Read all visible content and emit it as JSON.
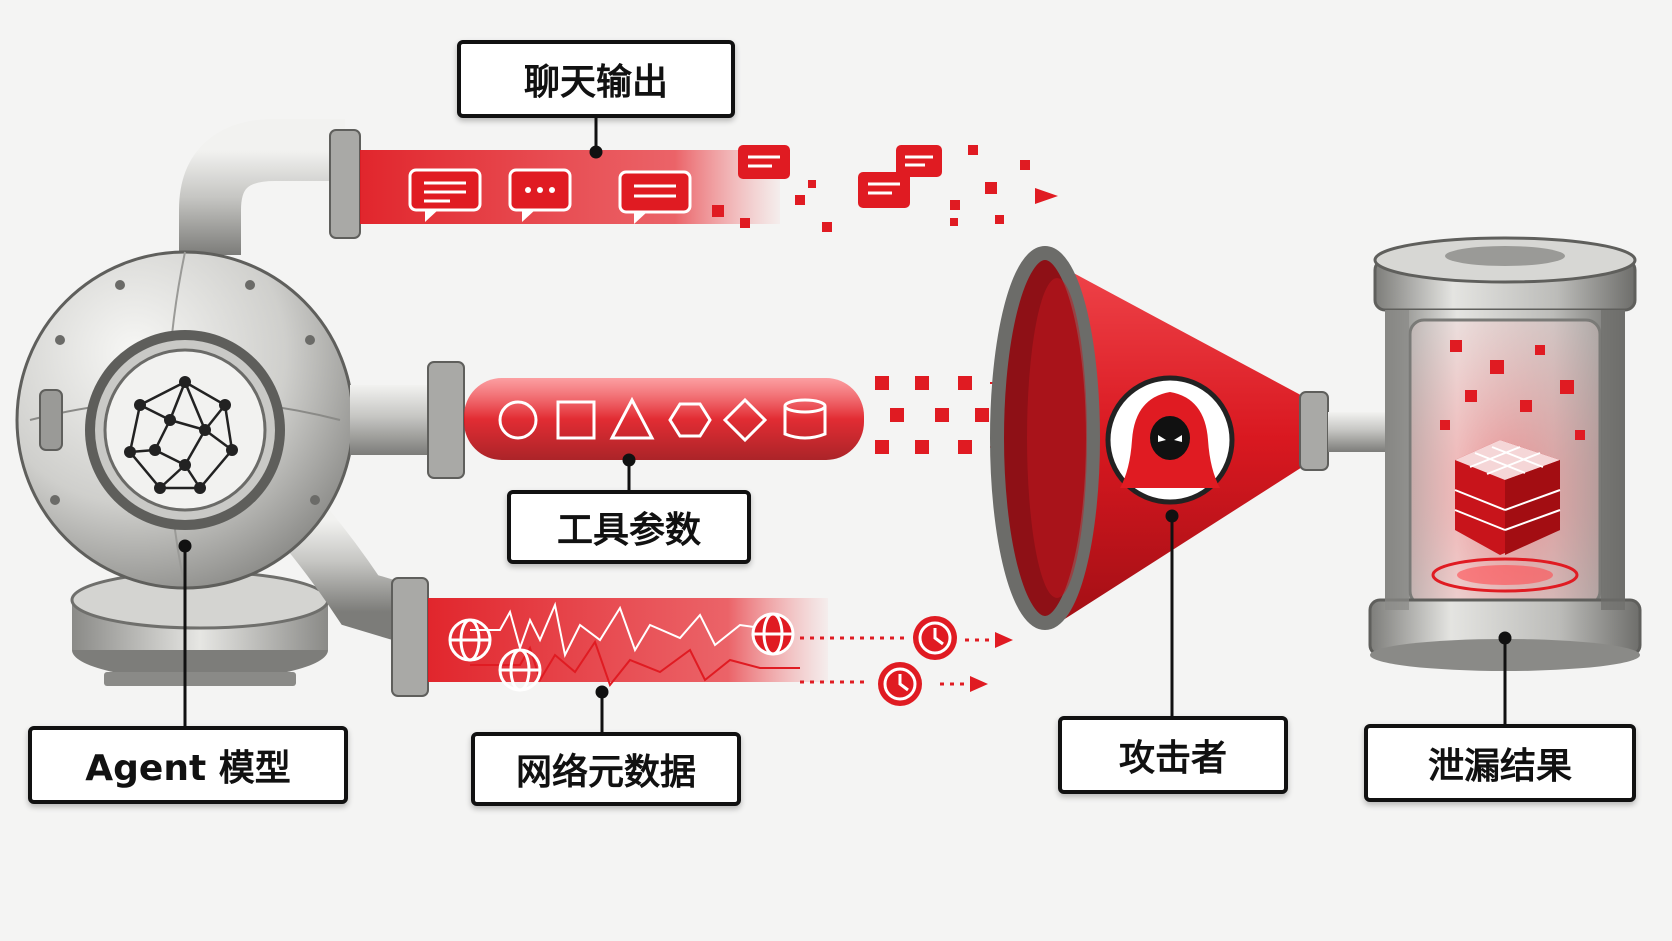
{
  "labels": {
    "chat_output": "聊天输出",
    "tool_params": "工具参数",
    "agent_model": "Agent 模型",
    "network_metadata": "网络元数据",
    "attacker": "攻击者",
    "leak_result": "泄漏结果"
  },
  "colors": {
    "accent_red": "#e01b22",
    "metal_light": "#d9d9d6",
    "metal_dark": "#8a8a88",
    "label_border": "#111111",
    "background": "#f4f4f3"
  },
  "icons": [
    "network-graph-icon",
    "chat-bubble-icon",
    "circle-shape-icon",
    "square-shape-icon",
    "triangle-shape-icon",
    "hexagon-shape-icon",
    "diamond-shape-icon",
    "cylinder-shape-icon",
    "globe-icon",
    "clock-icon",
    "hooded-attacker-icon",
    "data-cube-icon",
    "arrow-right-icon"
  ]
}
